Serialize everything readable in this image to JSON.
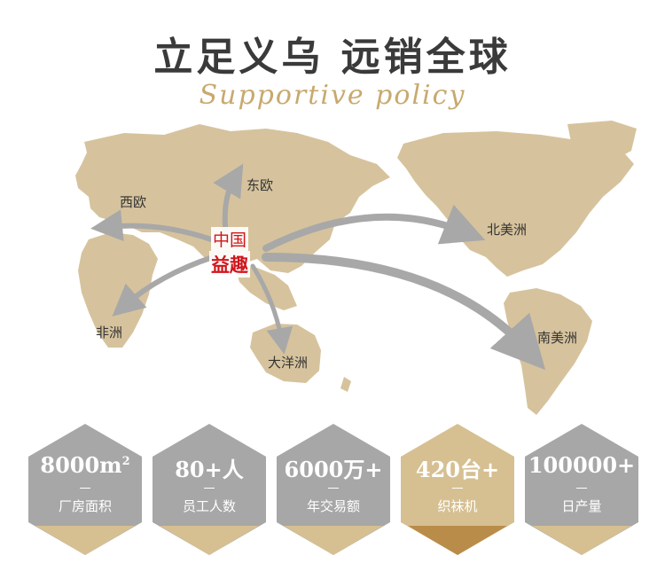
{
  "header": {
    "title": "立足义乌  远销全球",
    "subtitle": "Supportive policy"
  },
  "map": {
    "origin_line1": "中国",
    "origin_line2": "益趣",
    "regions": {
      "east_europe": "东欧",
      "west_europe": "西欧",
      "africa": "非洲",
      "oceania": "大洋洲",
      "north_america": "北美洲",
      "south_america": "南美洲"
    },
    "colors": {
      "land": "#d6c39d",
      "arrow": "#a8a8a8",
      "origin_text": "#d0161b"
    }
  },
  "stats": [
    {
      "value": "8000m",
      "sup": "2",
      "label": "厂房面积",
      "color": "#a7a7a7"
    },
    {
      "value": "80+人",
      "sup": "",
      "label": "员工人数",
      "color": "#a7a7a7"
    },
    {
      "value": "6000万+",
      "sup": "",
      "label": "年交易额",
      "color": "#a7a7a7"
    },
    {
      "value": "420台+",
      "sup": "",
      "label": "织袜机",
      "color": "#d6c092"
    },
    {
      "value": "100000+",
      "sup": "",
      "label": "日产量",
      "color": "#a7a7a7"
    }
  ],
  "accent_gold": "#c8a96e"
}
